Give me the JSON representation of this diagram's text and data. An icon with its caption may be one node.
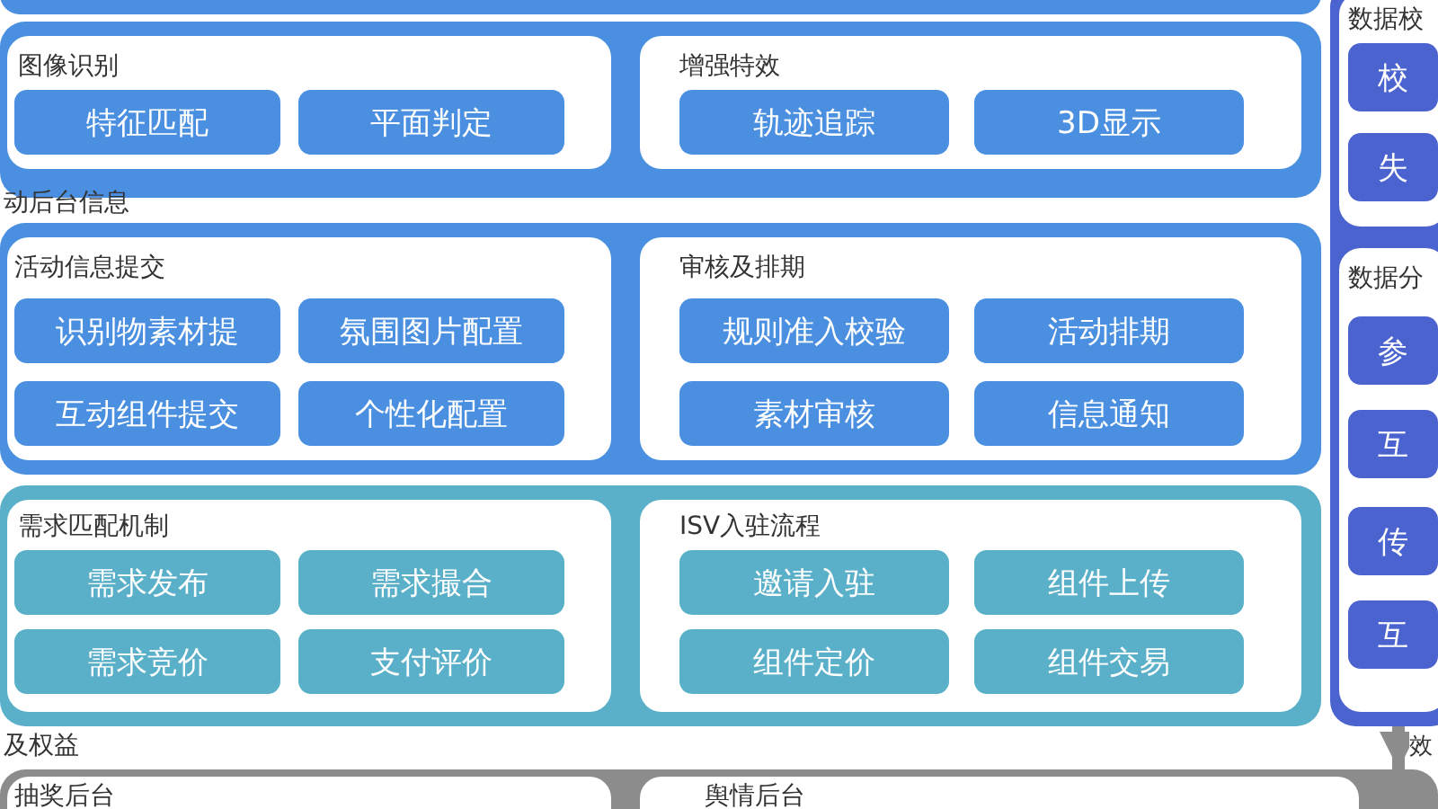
{
  "diagram": {
    "nodes": [
      {
        "text": [],
        "shape": "box"
      },
      {
        "text": [],
        "shape": "box"
      },
      {
        "text": [
          "图像识别"
        ],
        "in": 1
      },
      {
        "text": [
          "特征匹配"
        ],
        "in": 2
      },
      {
        "text": [
          "平面判定"
        ],
        "in": 2
      },
      {
        "text": [
          "增强特效"
        ],
        "in": 1
      },
      {
        "text": [
          "轨迹追踪"
        ],
        "in": 5
      },
      {
        "text": [
          "3D显示"
        ],
        "in": 5
      },
      {
        "text": [
          "动后台信息"
        ]
      },
      {
        "text": [
          "活动信息提交"
        ],
        "in": 8
      },
      {
        "text": [
          "识别物素材提"
        ],
        "in": 9
      },
      {
        "text": [
          "氛围图片配置"
        ],
        "in": 9
      },
      {
        "text": [
          "互动组件提交"
        ],
        "in": 9
      },
      {
        "text": [
          "个性化配置"
        ],
        "in": 9
      },
      {
        "text": [
          "审核及排期"
        ],
        "in": 8
      },
      {
        "text": [
          "规则准入校验"
        ],
        "in": 14
      },
      {
        "text": [
          "活动排期"
        ],
        "in": 14
      },
      {
        "text": [
          "素材审核"
        ],
        "in": 14
      },
      {
        "text": [
          "信息通知"
        ],
        "in": 14
      },
      {
        "text": [],
        "shape": "box"
      },
      {
        "text": [
          "需求匹配机制"
        ],
        "in": 19
      },
      {
        "text": [
          "需求发布"
        ],
        "in": 20
      },
      {
        "text": [
          "需求撮合"
        ],
        "in": 20
      },
      {
        "text": [
          "需求竞价"
        ],
        "in": 20
      },
      {
        "text": [
          "支付评价"
        ],
        "in": 20
      },
      {
        "text": [
          "ISV入驻流程"
        ],
        "in": 19
      },
      {
        "text": [
          "邀请入驻"
        ],
        "in": 25
      },
      {
        "text": [
          "组件上传"
        ],
        "in": 25
      },
      {
        "text": [
          "组件定价"
        ],
        "in": 25
      },
      {
        "text": [
          "组件交易"
        ],
        "in": 25
      },
      {
        "text": [
          "及权益"
        ]
      },
      {
        "text": [
          "抽奖后台"
        ],
        "in": 30
      },
      {
        "text": [
          "舆情后台"
        ],
        "in": 30
      },
      {
        "text": [],
        "shape": "box"
      },
      {
        "text": [
          "数据校"
        ],
        "in": 33
      },
      {
        "text": [
          "校"
        ],
        "in": 34
      },
      {
        "text": [
          "失"
        ],
        "in": 34
      },
      {
        "text": [
          "数据分"
        ],
        "in": 33
      },
      {
        "text": [
          "参"
        ],
        "in": 37
      },
      {
        "text": [
          "互"
        ],
        "in": 37
      },
      {
        "text": [
          "传"
        ],
        "in": 37
      },
      {
        "text": [
          "互"
        ],
        "in": 37
      }
    ],
    "edges": [
      {
        "from": 33,
        "to": 30,
        "arrow": "to",
        "label": "效"
      }
    ]
  }
}
